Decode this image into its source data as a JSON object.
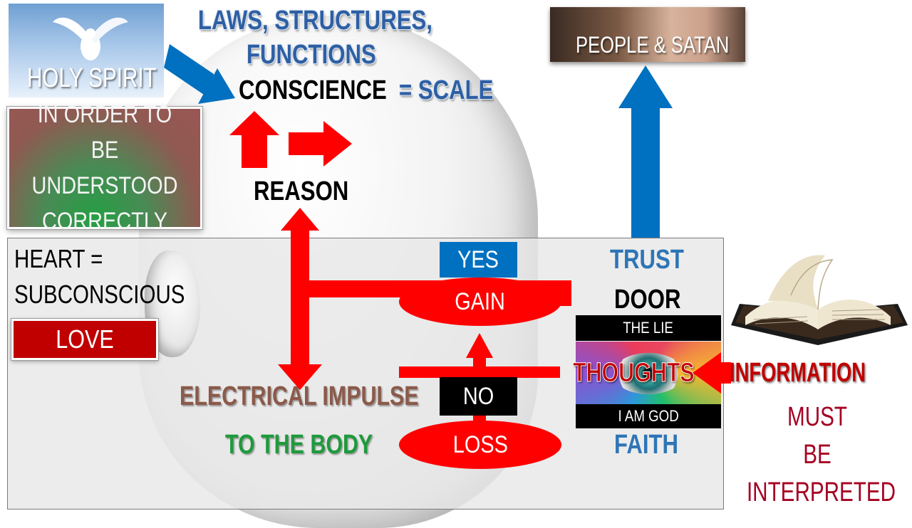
{
  "labels": {
    "holy_spirit": "HOLY SPIRIT",
    "laws_line1": "LAWS, STRUCTURES,",
    "laws_line2": "FUNCTIONS",
    "conscience": "CONSCIENCE",
    "scale": "= SCALE",
    "people_satan": "PEOPLE & SATAN",
    "understood_line1": "IN ORDER TO BE",
    "understood_line2": "UNDERSTOOD",
    "understood_line3": "CORRECTLY",
    "reason": "REASON",
    "heart_line1": "HEART =",
    "heart_line2": "SUBCONSCIOUS",
    "love": "LOVE",
    "yes": "YES",
    "gain": "GAIN",
    "trust": "TRUST",
    "door": "DOOR",
    "the_lie": "THE LIE",
    "thoughts": "THOUGHTS",
    "information": "INFORMATION",
    "electrical_impulse": "ELECTRICAL IMPULSE",
    "no": "NO",
    "i_am_god": "I AM GOD",
    "to_the_body": "TO THE BODY",
    "loss": "LOSS",
    "faith": "FAITH",
    "must_line1": "MUST",
    "must_line2": "BE",
    "must_line3": "INTERPRETED"
  },
  "colors": {
    "red_arrow": "#ff0000",
    "blue_arrow": "#0070c0",
    "label_blue": "#2e75b6",
    "brown": "#8b5a4a",
    "green": "#1e9a3c",
    "dark_red": "#a50021",
    "love_red": "#c00000"
  },
  "icons": {
    "dove": "dove-icon",
    "bible": "open-bible-icon",
    "eye": "eye-icon"
  }
}
